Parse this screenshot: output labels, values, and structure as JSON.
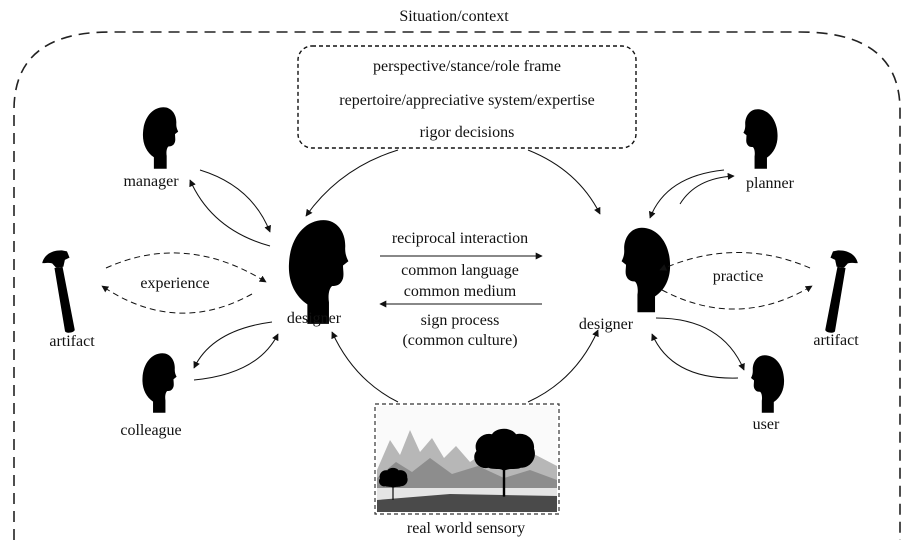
{
  "context": {
    "title": "Situation/context"
  },
  "frame_box": {
    "lines": [
      "perspective/stance/role frame",
      "repertoire/appreciative system/expertise",
      "rigor decisions"
    ]
  },
  "left": {
    "designer": "designer",
    "manager": "manager",
    "colleague": "colleague",
    "artifact": "artifact",
    "relation": "experience"
  },
  "right": {
    "designer": "designer",
    "planner": "planner",
    "user": "user",
    "artifact": "artifact",
    "relation": "practice"
  },
  "middle": {
    "top": "reciprocal interaction",
    "language": "common language",
    "medium": "common medium",
    "sign": "sign process",
    "culture": "(common culture)"
  },
  "bottom": {
    "label": "real world sensory"
  },
  "colors": {
    "ink": "#111111",
    "dashed_frame": "#222222",
    "silhouette": "#000000"
  }
}
